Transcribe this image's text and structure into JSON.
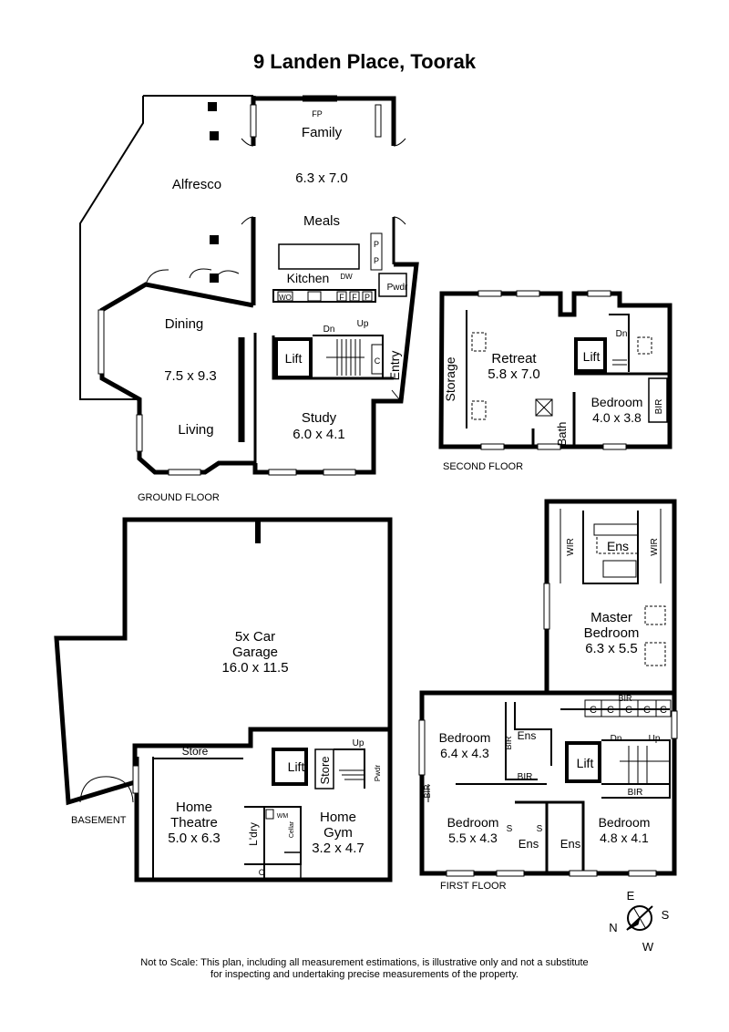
{
  "title": "9 Landen Place, Toorak",
  "floors": {
    "ground": "GROUND FLOOR",
    "second": "SECOND FLOOR",
    "basement": "BASEMENT",
    "first": "FIRST FLOOR"
  },
  "ground_rooms": {
    "fp": "FP",
    "family": "Family",
    "family_dims": "6.3 x 7.0",
    "alfresco": "Alfresco",
    "meals": "Meals",
    "dw": "DW",
    "kitchen": "Kitchen",
    "pantry": "P",
    "pwdr": "Pwdr",
    "wo": "WO",
    "fridge": "F",
    "dn": "Dn",
    "up": "Up",
    "dining": "Dining",
    "dining_dims": "7.5 x 9.3",
    "living": "Living",
    "lift": "Lift",
    "cupboard": "C",
    "entry": "Entry",
    "study": "Study",
    "study_dims": "6.0 x 4.1"
  },
  "second_rooms": {
    "retreat": "Retreat",
    "retreat_dims": "5.8 x 7.0",
    "storage": "Storage",
    "lift": "Lift",
    "dn": "Dn",
    "bedroom": "Bedroom",
    "bedroom_dims": "4.0 x 3.8",
    "bir": "BIR",
    "bath": "Bath"
  },
  "basement_rooms": {
    "garage_line1": "5x Car",
    "garage_line2": "Garage",
    "garage_dims": "16.0 x 11.5",
    "store": "Store",
    "lift": "Lift",
    "store2": "Store",
    "up": "Up",
    "pwdr": "Pwdr",
    "home_theatre_line1": "Home",
    "home_theatre_line2": "Theatre",
    "home_theatre_dims": "5.0 x 6.3",
    "ldry": "L'dry",
    "wm": "WM",
    "cellar": "Cellar",
    "cupboard": "C",
    "home_gym_line1": "Home",
    "home_gym_line2": "Gym",
    "home_gym_dims": "3.2 x 4.7"
  },
  "first_rooms": {
    "ens": "Ens",
    "wir": "WIR",
    "master_line1": "Master",
    "master_line2": "Bedroom",
    "master_dims": "6.3 x 5.5",
    "bir": "BIR",
    "cupboard": "C",
    "bedroom": "Bedroom",
    "bed1_dims": "6.4 x 4.3",
    "bed2_dims": "5.5 x 4.3",
    "bed3_dims": "4.8 x 4.1",
    "lift": "Lift",
    "dn": "Dn",
    "up": "Up",
    "shower": "S"
  },
  "compass": {
    "n": "N",
    "e": "E",
    "s": "S",
    "w": "W"
  },
  "disclaimer_line1": "Not to Scale: This plan, including all measurement estimations, is illustrative only and not a substitute",
  "disclaimer_line2": "for inspecting and undertaking precise measurements of the property."
}
